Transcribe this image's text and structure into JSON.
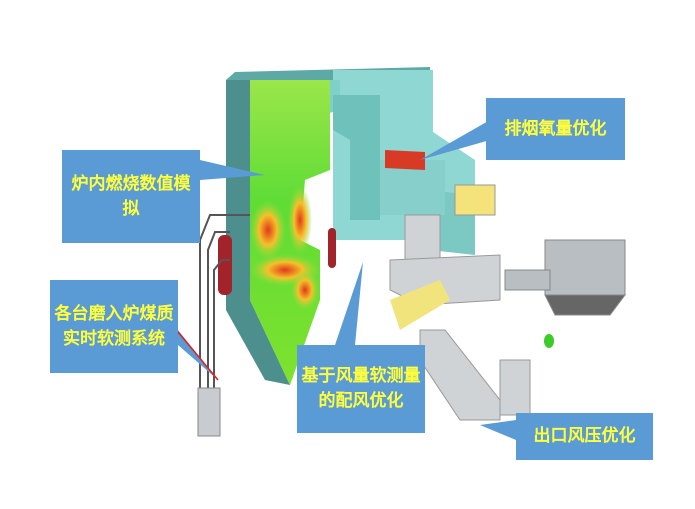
{
  "labels": {
    "furnace_simulation": "炉内燃烧数值模拟",
    "flue_oxygen": "排烟氧量优化",
    "coal_quality": "各台磨入炉煤质实时软测系统",
    "air_distribution": "基于风量软测量的配风优化",
    "outlet_pressure": "出口风压优化"
  },
  "colors": {
    "callout_bg": "#5b9bd5",
    "callout_text": "#ffff3c",
    "boiler_shell": "#7fc9c4",
    "flame_green": "#66e23a"
  }
}
